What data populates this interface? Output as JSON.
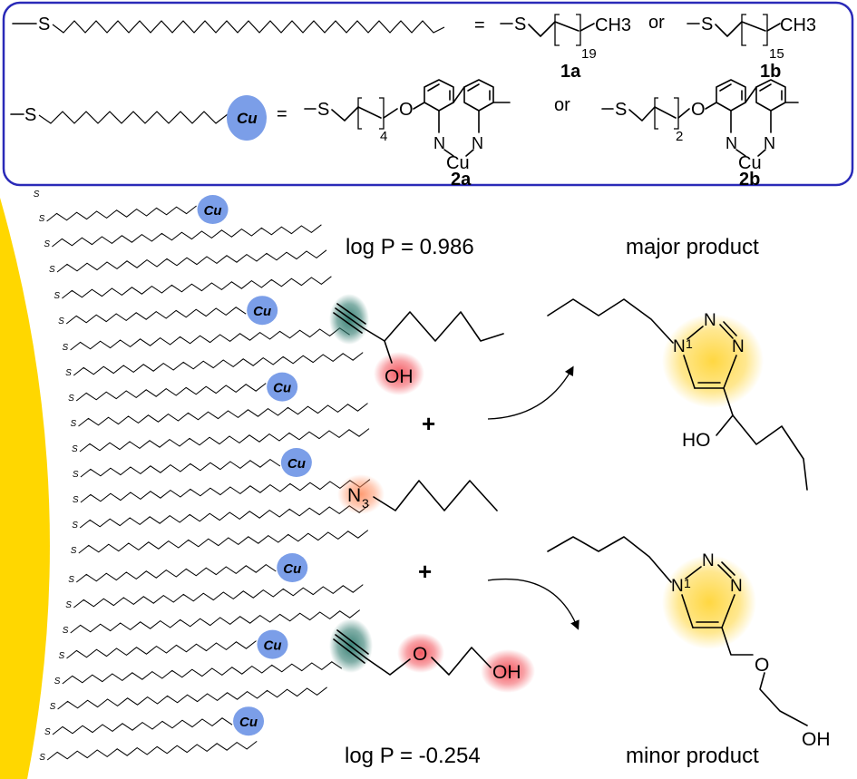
{
  "legend": {
    "eq1": "=",
    "s": "S",
    "n19": "19",
    "n15": "15",
    "ch3": "CH3",
    "or": "or",
    "label_1a": "1a",
    "label_1b": "1b",
    "eq2": "=",
    "n4": "4",
    "n2": "2",
    "o": "O",
    "n": "N",
    "cu_metal": "Cu",
    "cu_bead": "Cu",
    "label_2a": "2a",
    "label_2b": "2b"
  },
  "surface": {
    "s_label": "S",
    "cu_label": "Cu"
  },
  "reaction": {
    "logp_top": "log P = 0.986",
    "logp_bottom": "log P = -0.254",
    "major": "major product",
    "minor": "minor product",
    "plus1": "+",
    "plus2": "+",
    "oh": "OH",
    "ho": "HO",
    "o": "O",
    "n": "N",
    "n3": "N",
    "n3_sub": "3"
  },
  "colors": {
    "gold": "#ffd700",
    "cu_bead": "#7b9ee8",
    "frame": "#2a2ab8",
    "alkyne_glow": "#2f7a6e",
    "oh_glow": "#f0303a",
    "azide_glow": "#ff8a5a",
    "triazole_glow": "#ffd020"
  }
}
